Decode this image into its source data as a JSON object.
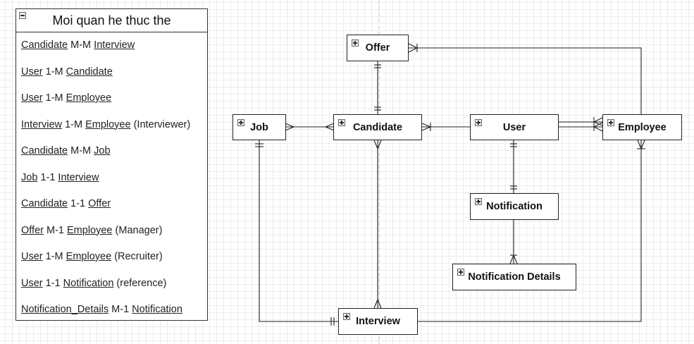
{
  "panel": {
    "title": "Moi quan he thuc the",
    "relations": [
      {
        "left": "Candidate",
        "card": "M-M",
        "right": "Interview",
        "note": ""
      },
      {
        "left": "User",
        "card": "1-M",
        "right": "Candidate",
        "note": ""
      },
      {
        "left": "User",
        "card": "1-M",
        "right": "Employee",
        "note": ""
      },
      {
        "left": "Interview",
        "card": "1-M",
        "right": "Employee",
        "note": "(Interviewer)"
      },
      {
        "left": "Candidate",
        "card": "M-M",
        "right": "Job",
        "note": ""
      },
      {
        "left": "Job",
        "card": "1-1",
        "right": "Interview",
        "note": ""
      },
      {
        "left": "Candidate",
        "card": "1-1",
        "right": "Offer",
        "note": ""
      },
      {
        "left": "Offer",
        "card": "M-1",
        "right": "Employee",
        "note": "(Manager)"
      },
      {
        "left": "User",
        "card": "1-M",
        "right": "Employee",
        "note": "(Recruiter)"
      },
      {
        "left": "User",
        "card": "1-1",
        "right": "Notification",
        "note": "(reference)"
      },
      {
        "left": "Notification_Details",
        "card": "M-1",
        "right": "Notification",
        "note": ""
      }
    ]
  },
  "entities": {
    "offer": "Offer",
    "job": "Job",
    "candidate": "Candidate",
    "user": "User",
    "employee": "Employee",
    "notification": "Notification",
    "notification_details": "Notification Details",
    "interview": "Interview"
  },
  "colors": {
    "line": "#222222",
    "grid": "#ececec"
  }
}
